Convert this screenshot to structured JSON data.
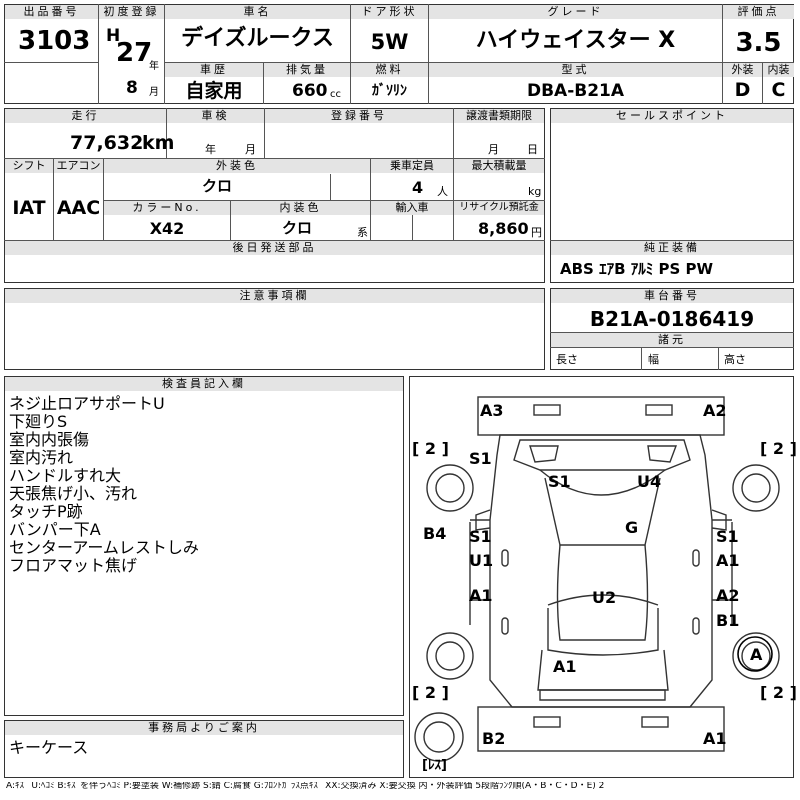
{
  "header": {
    "lot_no_label": "出品番号",
    "lot_no": "3103",
    "first_reg_label": "初度登録",
    "era": "H",
    "year": "27",
    "year_unit": "年",
    "month": "8",
    "month_unit": "月",
    "car_name_label": "車名",
    "car_name": "デイズルークス",
    "door_label": "ドア形状",
    "door": "5W",
    "grade_label": "グレード",
    "grade": "ハイウェイスター X",
    "score_label": "評価点",
    "score": "3.5",
    "history_label": "車歴",
    "history": "自家用",
    "displacement_label": "排気量",
    "displacement": "660",
    "displacement_unit": "cc",
    "fuel_label": "燃料",
    "fuel": "ｶﾞｿﾘﾝ",
    "model_label": "型式",
    "model": "DBA-B21A",
    "exterior_label": "外装",
    "exterior": "D",
    "interior_label": "内装",
    "interior": "C"
  },
  "details": {
    "mileage_label": "走行",
    "mileage": "77,632",
    "mileage_unit": "km",
    "inspection_label": "車検",
    "inspection_year": "年",
    "inspection_month": "月",
    "reg_no_label": "登録番号",
    "transfer_label": "譲渡書類期限",
    "transfer_month": "月",
    "transfer_day": "日",
    "shift_label": "シフト",
    "shift": "IAT",
    "ac_label": "エアコン",
    "ac": "AAC",
    "ext_color_label": "外装色",
    "ext_color": "クロ",
    "capacity_label": "乗車定員",
    "capacity": "4",
    "capacity_unit": "人",
    "max_load_label": "最大積載量",
    "max_load_unit": "kg",
    "color_no_label": "カラーNo.",
    "color_no": "X42",
    "int_color_label": "内装色",
    "int_color": "クロ",
    "int_color_suffix": "系",
    "import_label": "輸入車",
    "recycle_label": "リサイクル預託金",
    "recycle": "8,860",
    "recycle_unit": "円",
    "later_parts_label": "後日発送部品",
    "notes_label": "注意事項欄"
  },
  "sales_point_label": "セールスポイント",
  "equipment": {
    "label": "純正装備",
    "value": "ABS ｴｱB ｱﾙﾐ PS PW"
  },
  "chassis": {
    "label": "車台番号",
    "value": "B21A-0186419",
    "spec_label": "諸元",
    "length_label": "長さ",
    "width_label": "幅",
    "height_label": "高さ"
  },
  "inspector": {
    "label": "検査員記入欄",
    "remarks": [
      "ネジ止ロアサポートU",
      "下廻りS",
      "室内内張傷",
      "室内汚れ",
      "ハンドルすれ大",
      "天張焦げ小、汚れ",
      "タッチP跡",
      "バンパー下A",
      "センターアームレストしみ",
      "フロアマット焦げ"
    ]
  },
  "office": {
    "label": "事務局よりご案内",
    "message": "キーケース"
  },
  "diagram": {
    "codes": {
      "a3": "A3",
      "a2_top": "A2",
      "s1_lf": "S1",
      "s1_in": "S1",
      "u4": "U4",
      "g": "G",
      "b4": "B4",
      "s1_l": "S1",
      "u1": "U1",
      "s1_r": "S1",
      "a1_r": "A1",
      "a1_l": "A1",
      "u2": "U2",
      "a2_r": "A2",
      "b1": "B1",
      "a1_bottom": "A1",
      "a_circle": "A",
      "b2": "B2",
      "a1_rear": "A1"
    },
    "tire_counts": {
      "fl": "[ 2 ]",
      "fr": "[ 2 ]",
      "rl": "[ 2 ]",
      "rr": "[ 2 ]"
    },
    "spare_label": "[ﾚｽ]"
  },
  "legend": "A:ｷｽﾞ U:ﾍｺﾐ B:ｷｽﾞを伴うﾍｺﾐ P:要塗装 W:補修跡 S:錆 C:腐食 G:ﾌﾛﾝﾄｶﾞﾗｽ点ｷｽﾞ XX:交換済み X:要交換 内・外装評価 5段階ﾗﾝｸ順(A・B・C・D・E) 2"
}
